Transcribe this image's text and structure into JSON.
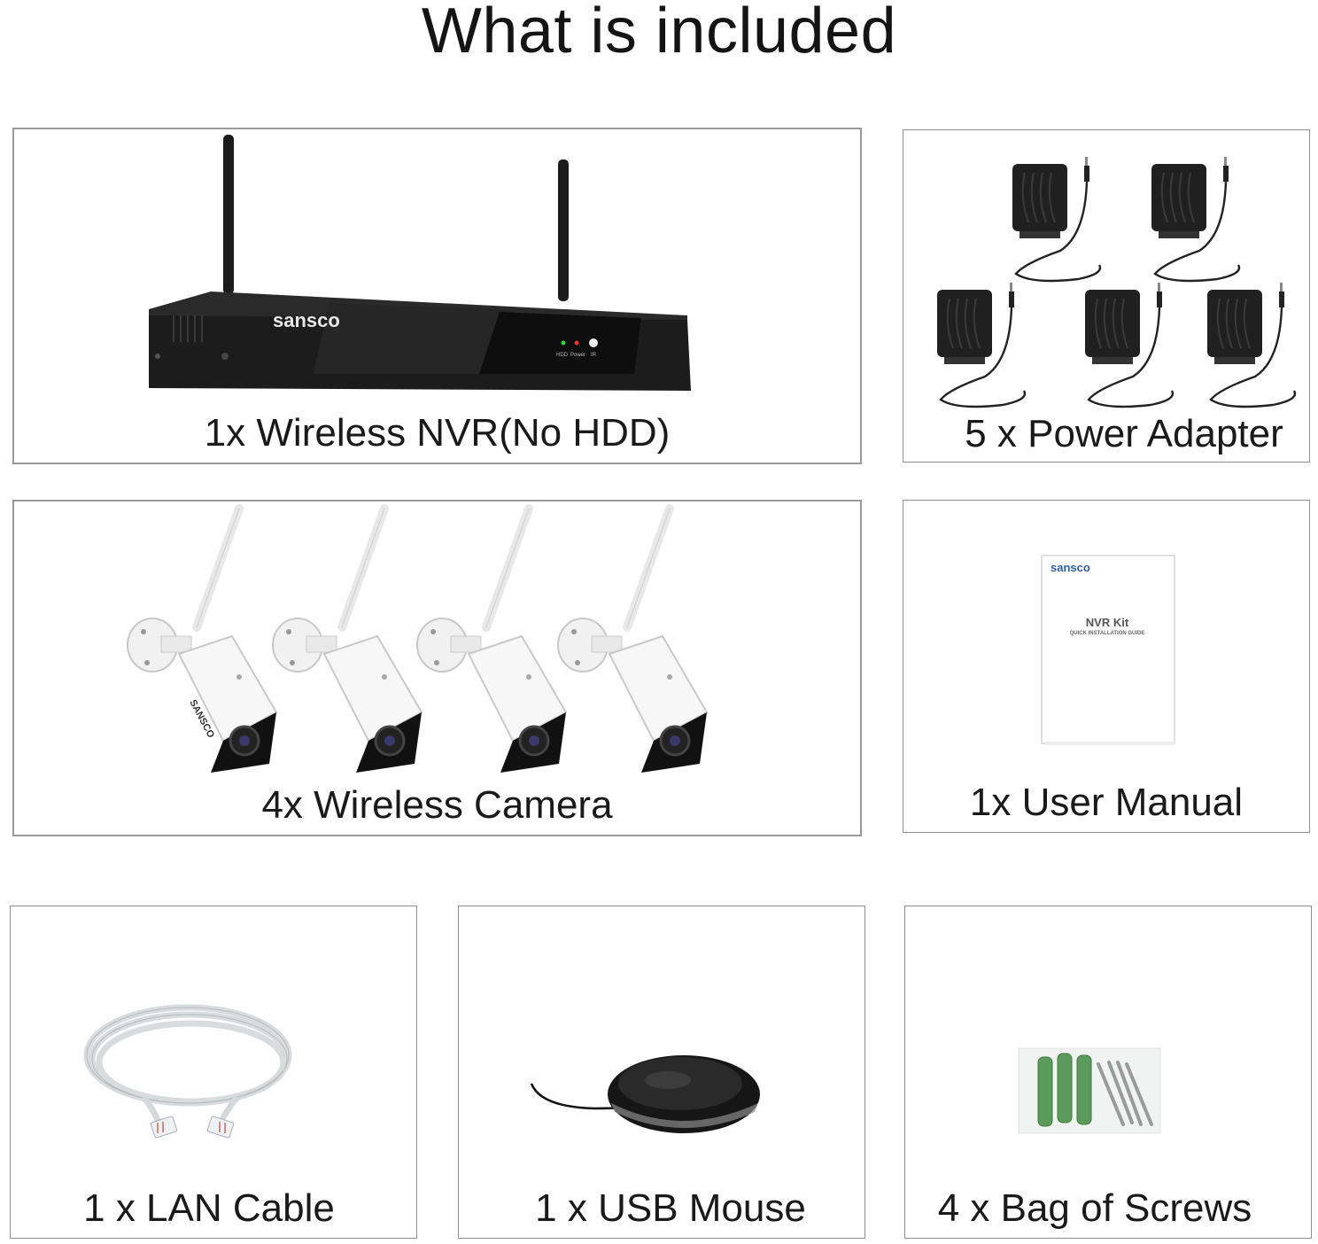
{
  "page": {
    "title": "What is included"
  },
  "items": [
    {
      "caption": "1x Wireless NVR(No HDD)",
      "icon": "nvr-recorder-icon",
      "brand": "sansco",
      "leds": [
        "HDD",
        "Power",
        "IR"
      ]
    },
    {
      "caption": "5 x Power Adapter",
      "icon": "power-adapter-icon"
    },
    {
      "caption": "4x Wireless Camera",
      "icon": "bullet-camera-icon",
      "brand": "SANSCO"
    },
    {
      "caption": "1x User Manual",
      "icon": "user-manual-icon",
      "brand": "sansco",
      "heading": "NVR Kit",
      "subheading": "QUICK INSTALLATION GUIDE"
    },
    {
      "caption": "1 x LAN Cable",
      "icon": "lan-cable-icon"
    },
    {
      "caption": "1 x USB Mouse",
      "icon": "usb-mouse-icon"
    },
    {
      "caption": "4 x Bag of Screws",
      "icon": "screws-bag-icon"
    }
  ]
}
